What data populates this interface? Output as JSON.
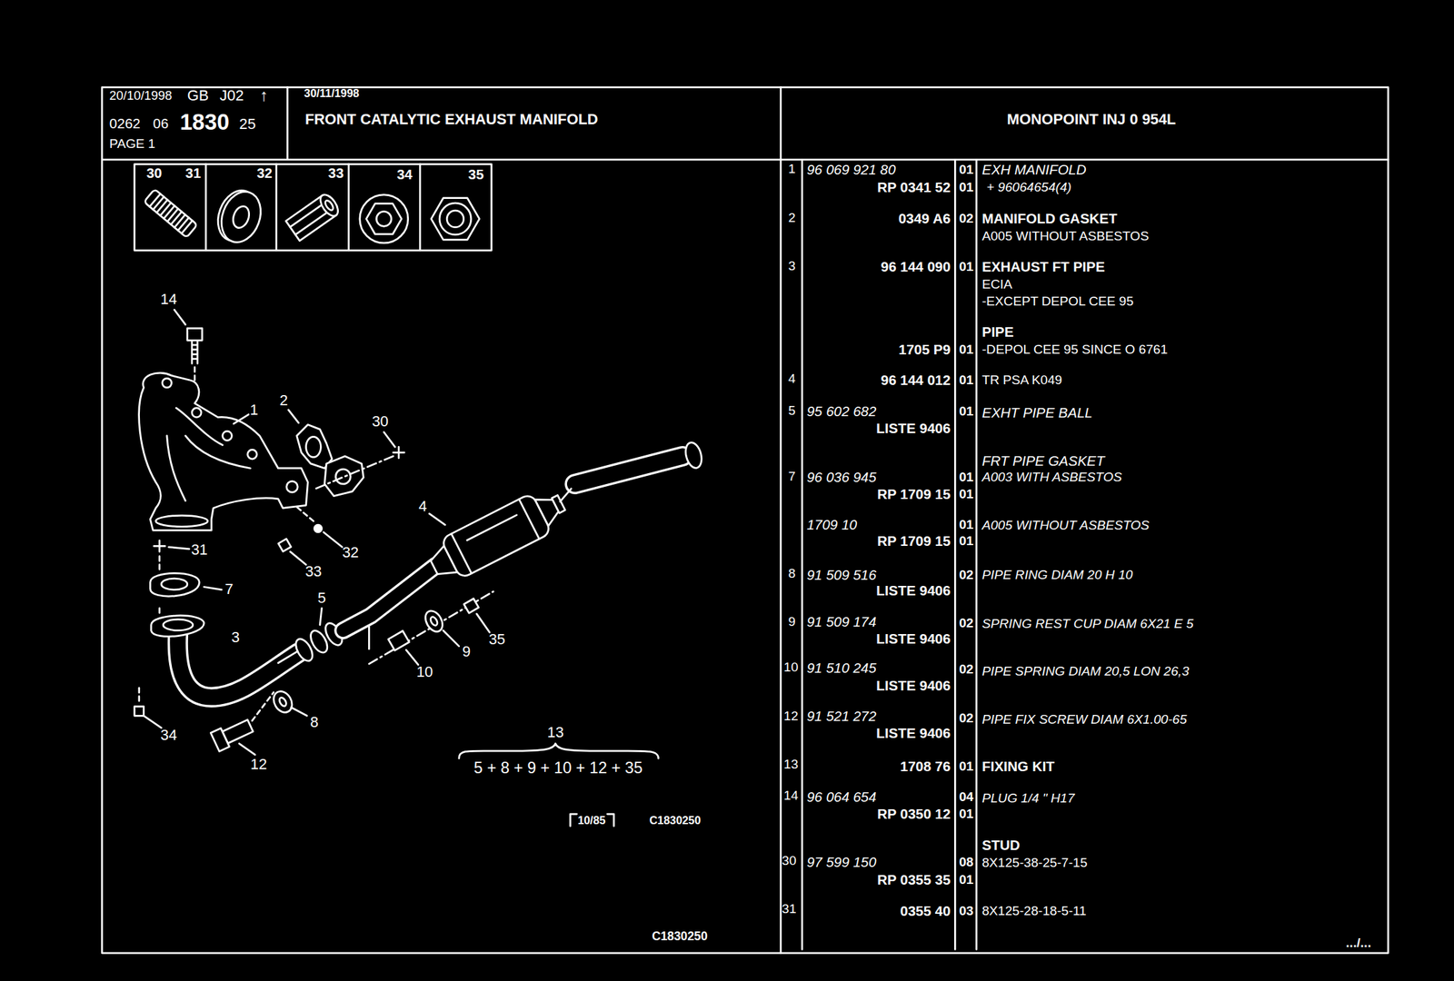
{
  "diagram": {
    "title": "FRONT CATALYTIC EXHAUST MANIFOLD",
    "nodes": [
      {
        "text": [
          "20/10/1998",
          "GB",
          "J02",
          "↑",
          "0262",
          "06",
          "1830",
          "25",
          "PAGE 1"
        ]
      },
      {
        "text": [
          "30/11/1998"
        ]
      },
      {
        "text": [
          "MONOPOINT INJ 0 954L"
        ]
      },
      {
        "text": [
          "30",
          "31"
        ]
      },
      {
        "text": [
          "32"
        ]
      },
      {
        "text": [
          "33"
        ]
      },
      {
        "text": [
          "34"
        ]
      },
      {
        "text": [
          "35"
        ]
      }
    ],
    "labels": [
      "14",
      "1",
      "2",
      "30",
      "31",
      "7",
      "33",
      "32",
      "5",
      "4",
      "3",
      "9",
      "35",
      "10",
      "8",
      "34",
      "12",
      "13",
      "5 + 8 + 9 + 10 + 12 + 35",
      "10/85",
      "C1830250",
      "C1830250",
      "1",
      "96 069 921 80",
      "RP 0341 52",
      "01",
      "01",
      "EXH MANIFOLD",
      "+ 96064654(4)",
      "2",
      "0349 A6",
      "02",
      "MANIFOLD GASKET",
      "A005 WITHOUT ASBESTOS",
      "3",
      "96 144 090",
      "01",
      "EXHAUST FT PIPE",
      "ECIA",
      "-EXCEPT DEPOL CEE 95",
      "PIPE",
      "1705 P9",
      "01",
      "-DEPOL CEE 95 SINCE O 6761",
      "4",
      "96 144 012",
      "01",
      "TR PSA K049",
      "5",
      "95 602 682",
      "LISTE 9406",
      "01",
      "EXHT PIPE BALL",
      "FRT PIPE GASKET",
      "7",
      "96 036 945",
      "RP 1709 15",
      "01",
      "01",
      "A003 WITH ASBESTOS",
      "1709 10",
      "RP 1709 15",
      "01",
      "01",
      "A005 WITHOUT ASBESTOS",
      "8",
      "91 509 516",
      "LISTE 9406",
      "02",
      "PIPE RING DIAM 20 H 10",
      "9",
      "91 509 174",
      "LISTE 9406",
      "02",
      "SPRING REST CUP DIAM 6X21 E 5",
      "10",
      "91 510 245",
      "LISTE 9406",
      "02",
      "PIPE SPRING DIAM 20,5 LON 26,3",
      "12",
      "91 521 272",
      "LISTE 9406",
      "02",
      "PIPE FIX SCREW DIAM 6X1.00-65",
      "13",
      "1708 76",
      "01",
      "FIXING KIT",
      "14",
      "96 064 654",
      "RP 0350 12",
      "04",
      "01",
      "PLUG 1/4 \" H17",
      "STUD",
      "30",
      "97 599 150",
      "RP 0355 35",
      "08",
      "01",
      "8X125-38-25-7-15",
      "31",
      "0355 40",
      "03",
      "8X125-28-18-5-11",
      ".../..."
    ]
  }
}
